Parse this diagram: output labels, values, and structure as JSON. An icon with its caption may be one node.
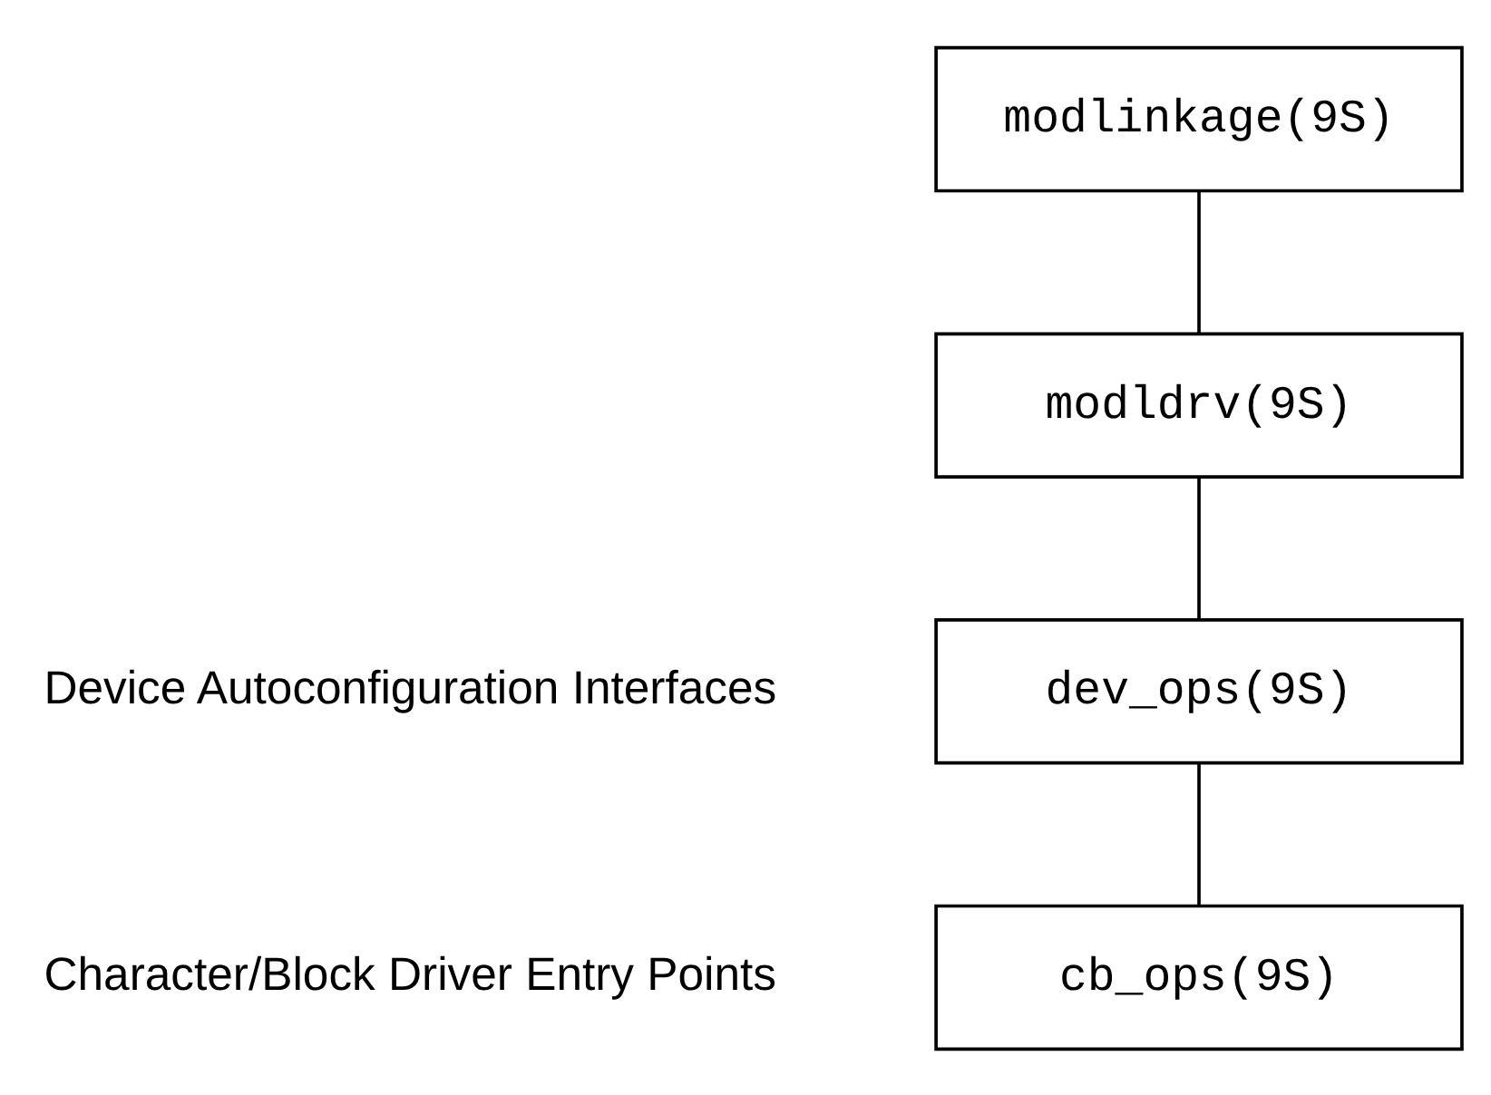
{
  "diagram": {
    "nodes": [
      {
        "text": [
          "modlinkage(9S)"
        ]
      },
      {
        "text": [
          "modldrv(9S)"
        ]
      },
      {
        "text": [
          "dev_ops(9S)"
        ]
      },
      {
        "text": [
          "cb_ops(9S)"
        ]
      }
    ],
    "edges": [
      {
        "from": 0,
        "to": 1,
        "arrow": "none"
      },
      {
        "from": 1,
        "to": 2,
        "arrow": "none"
      },
      {
        "from": 2,
        "to": 3,
        "arrow": "none"
      }
    ],
    "labels": [
      "Device Autoconfiguration Interfaces",
      "Character/Block Driver Entry Points"
    ]
  }
}
